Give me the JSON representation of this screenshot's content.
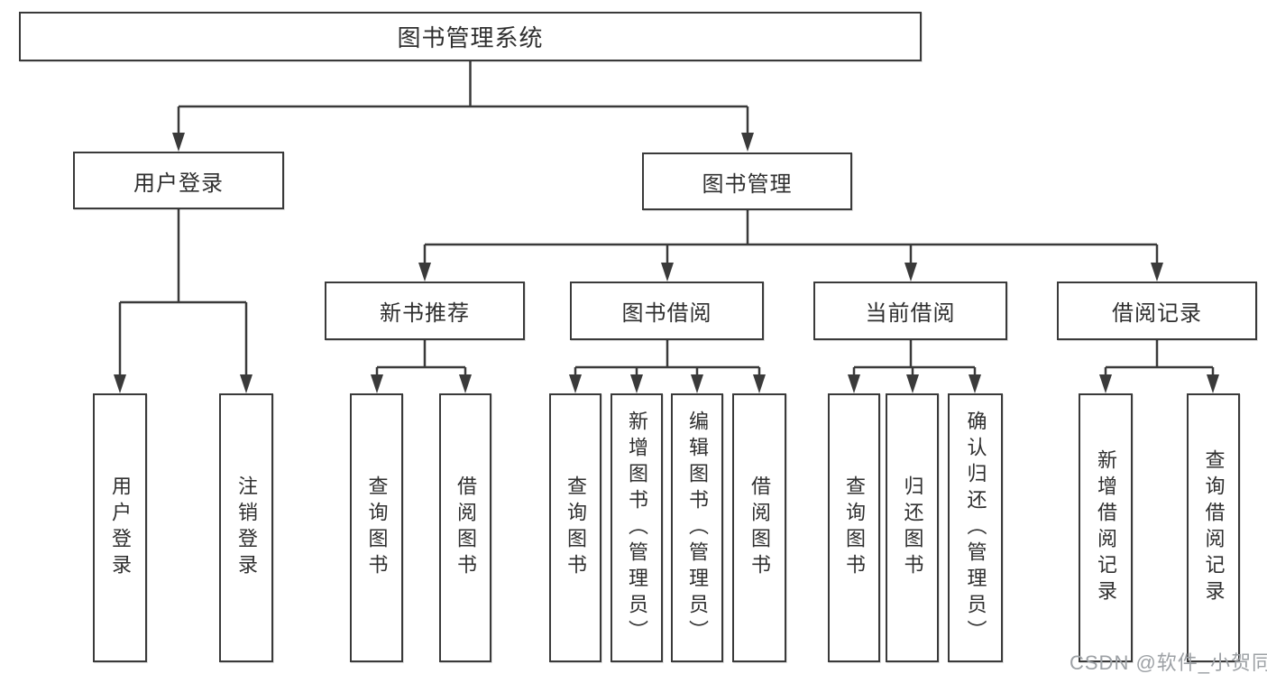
{
  "diagram": {
    "root": {
      "label": "图书管理系统"
    },
    "branches": [
      {
        "label": "用户登录",
        "children": [
          {
            "label": "用户登录"
          },
          {
            "label": "注销登录"
          }
        ]
      },
      {
        "label": "图书管理",
        "children": [
          {
            "label": "新书推荐",
            "children": [
              {
                "label": "查询图书"
              },
              {
                "label": "借阅图书"
              }
            ]
          },
          {
            "label": "图书借阅",
            "children": [
              {
                "label": "查询图书"
              },
              {
                "label": "新增图书（管理员）"
              },
              {
                "label": "编辑图书（管理员）"
              },
              {
                "label": "借阅图书"
              }
            ]
          },
          {
            "label": "当前借阅",
            "children": [
              {
                "label": "查询图书"
              },
              {
                "label": "归还图书"
              },
              {
                "label": "确认归还（管理员）"
              }
            ]
          },
          {
            "label": "借阅记录",
            "children": [
              {
                "label": "新增借阅记录"
              },
              {
                "label": "查询借阅记录"
              }
            ]
          }
        ]
      }
    ]
  },
  "watermark": {
    "text": "CSDN @软件_小贺同学"
  },
  "colors": {
    "line": "#3a3a3a",
    "text": "#2f2f2f",
    "watermark": "#9da1a5",
    "background": "#ffffff"
  }
}
